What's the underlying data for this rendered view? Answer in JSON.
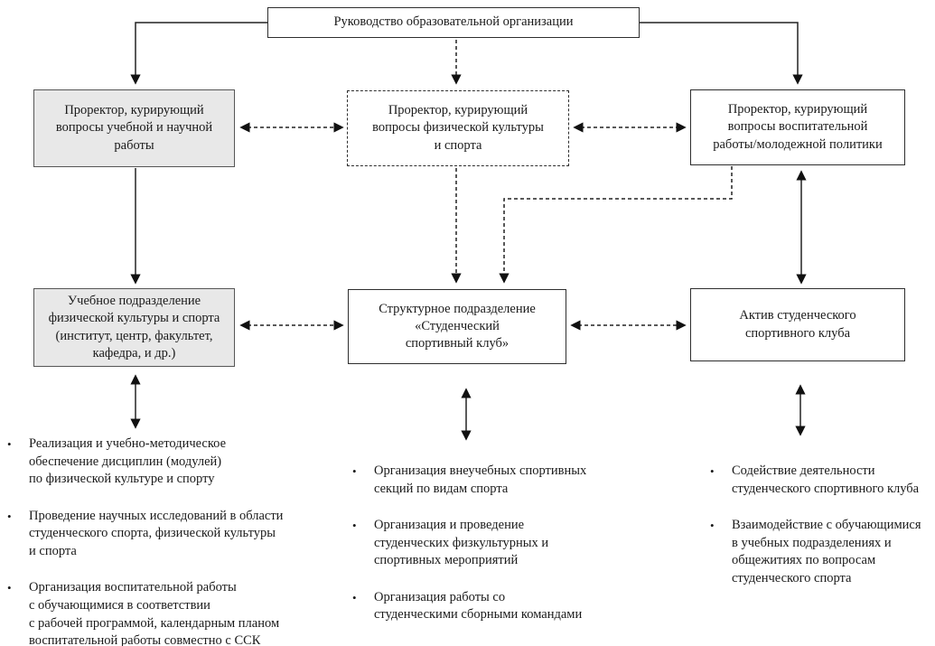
{
  "diagram": {
    "bullet_glyph": "•",
    "colors": {
      "background": "#ffffff",
      "node_fill_plain": "#ffffff",
      "node_fill_shaded": "#e8e8e8",
      "line": "#1a1a1a"
    },
    "nodes": {
      "leadership": {
        "label": "Руководство образовательной организации"
      },
      "vice_rector_academic": {
        "label": "Проректор, курирующий\nвопросы учебной и научной\nработы"
      },
      "vice_rector_sport": {
        "label": "Проректор, курирующий\nвопросы физической культуры\nи спорта"
      },
      "vice_rector_upbringing": {
        "label": "Проректор, курирующий\nвопросы воспитательной\nработы/молодежной политики"
      },
      "pe_unit": {
        "label": "Учебное подразделение\nфизической культуры и спорта\n(институт, центр, факультет,\nкафедра, и др.)"
      },
      "ssc_unit": {
        "label": "Структурное подразделение\n«Студенческий\nспортивный клуб»"
      },
      "ssc_activists": {
        "label": "Актив студенческого\nспортивного клуба"
      }
    },
    "bullet_lists": {
      "left": {
        "items": [
          "Реализация и учебно-методическое\nобеспечение дисциплин (модулей)\nпо физической культуре и спорту",
          "Проведение научных исследований в области\nстуденческого спорта, физической культуры\nи спорта",
          "Организация воспитательной работы\nс обучающимися в соответствии\nс рабочей программой, календарным планом\nвоспитательной работы совместно с ССК"
        ]
      },
      "middle": {
        "items": [
          "Организация внеучебных спортивных\nсекций по видам спорта",
          "Организация и проведение\nстуденческих физкультурных и\nспортивных мероприятий",
          "Организация работы со\nстуденческими сборными командами"
        ]
      },
      "right": {
        "items": [
          "Содействие деятельности\nстуденческого спортивного клуба",
          "Взаимодействие с обучающимися\nв учебных подразделениях и\nобщежитиях по вопросам\nстуденческого спорта"
        ]
      }
    }
  }
}
